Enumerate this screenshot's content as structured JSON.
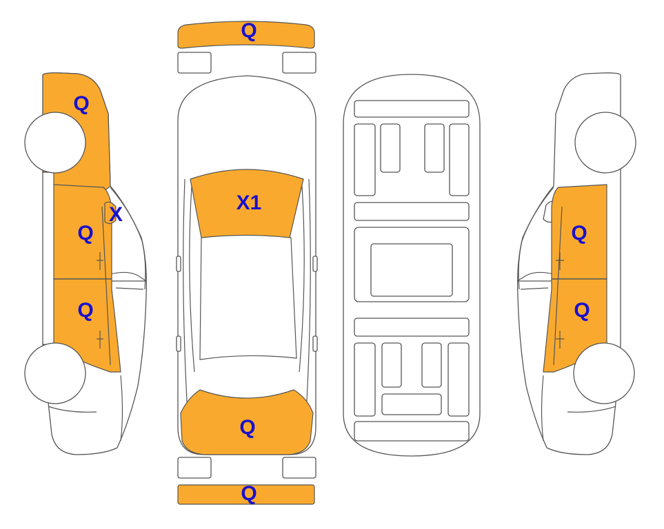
{
  "colors": {
    "damage_fill": "#F9AA2E",
    "mark_text": "#1A11CC",
    "outline": "#555555"
  },
  "marks": {
    "left_fender": "Q",
    "left_a_pillar": "X",
    "left_front_door": "Q",
    "left_rear_door": "Q",
    "front_bumper": "Q",
    "hood": "X1",
    "trunk": "Q",
    "rear_bumper": "Q",
    "right_front_door": "Q",
    "right_rear_door": "Q"
  }
}
